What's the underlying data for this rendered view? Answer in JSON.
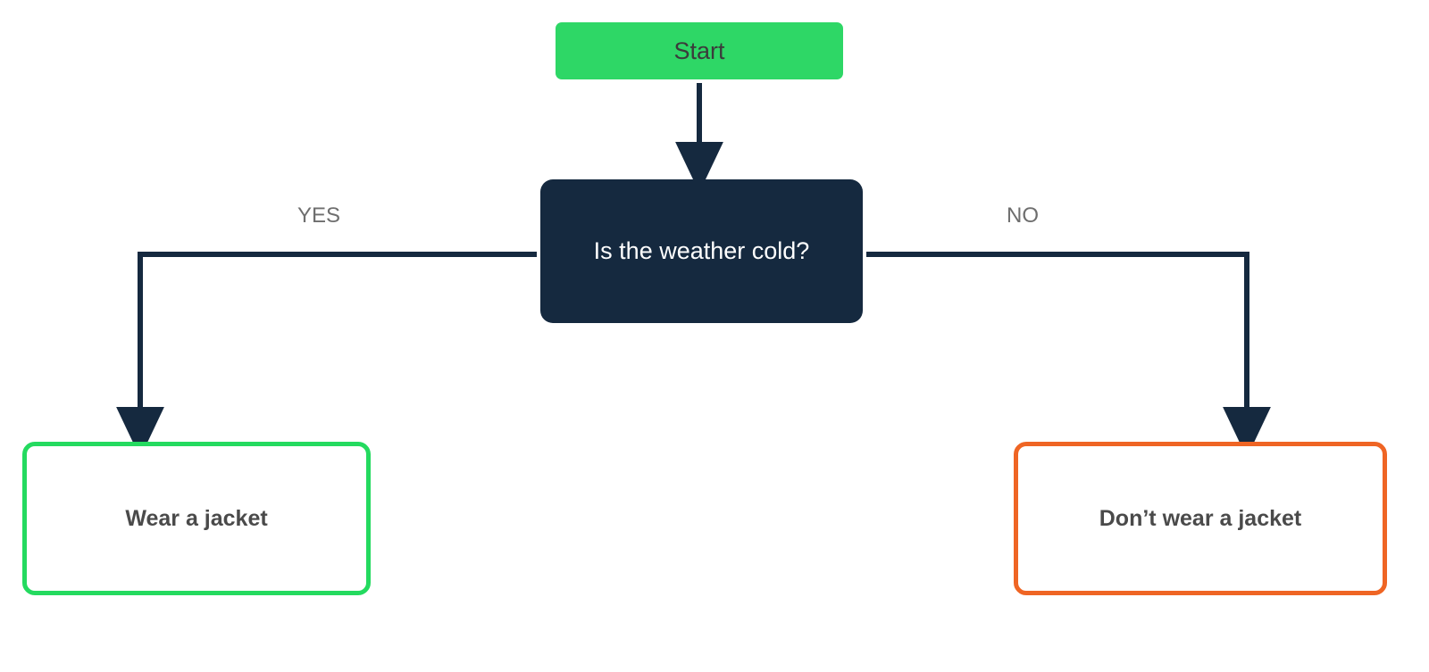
{
  "diagram": {
    "type": "flowchart",
    "title": "Weather jacket decision flowchart",
    "background_color": "#ffffff",
    "nodes": [
      {
        "id": "start",
        "label": "Start",
        "shape": "rounded-rectangle",
        "role": "terminal",
        "fill_color": "#2ed766",
        "text_color": "#3b3b3b"
      },
      {
        "id": "decision",
        "label": "Is the weather cold?",
        "shape": "rounded-rectangle",
        "role": "decision",
        "fill_color": "#15293f",
        "text_color": "#ffffff"
      },
      {
        "id": "yes_outcome",
        "label": "Wear a jacket",
        "shape": "rounded-rectangle",
        "role": "outcome",
        "fill_color": "#ffffff",
        "border_color": "#24da5f",
        "text_color": "#4a4a4a"
      },
      {
        "id": "no_outcome",
        "label": "Don’t wear a jacket",
        "shape": "rounded-rectangle",
        "role": "outcome",
        "fill_color": "#ffffff",
        "border_color": "#ef6524",
        "text_color": "#4a4a4a"
      }
    ],
    "edges": [
      {
        "id": "start-to-decision",
        "from": "start",
        "to": "decision",
        "label": "",
        "style": "straight-arrow",
        "color": "#15293f"
      },
      {
        "id": "decision-to-yes",
        "from": "decision",
        "to": "yes_outcome",
        "label": "YES",
        "style": "elbow-arrow",
        "color": "#15293f",
        "label_color": "#6e6e6e"
      },
      {
        "id": "decision-to-no",
        "from": "decision",
        "to": "no_outcome",
        "label": "NO",
        "style": "elbow-arrow",
        "color": "#15293f",
        "label_color": "#6e6e6e"
      }
    ]
  }
}
